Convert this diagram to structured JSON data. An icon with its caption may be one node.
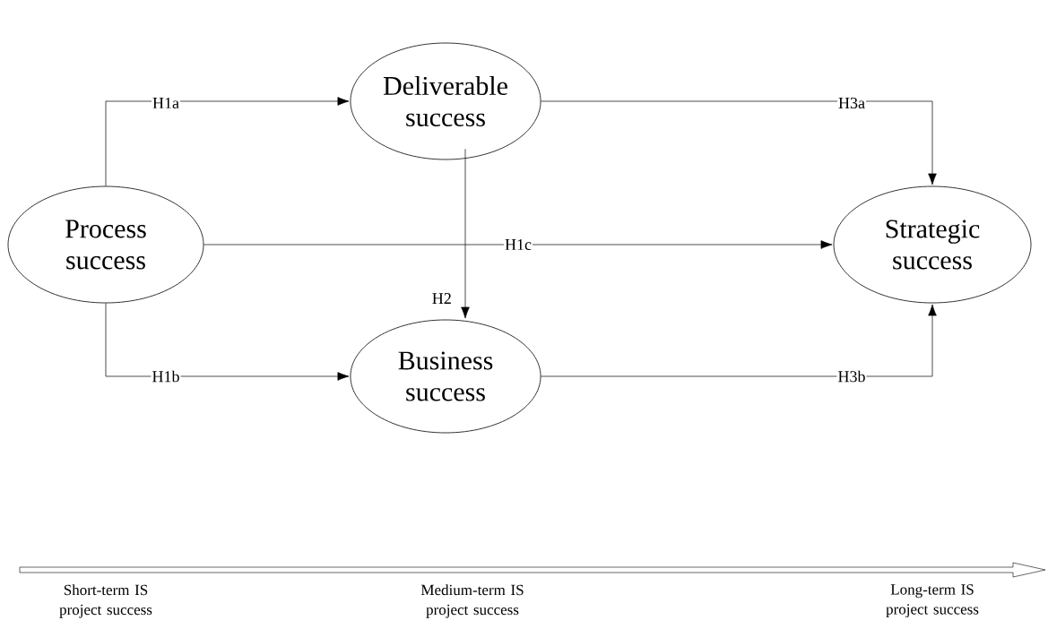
{
  "diagram": {
    "nodes": [
      {
        "text": [
          "Process success"
        ]
      },
      {
        "text": [
          "Deliverable success"
        ]
      },
      {
        "text": [
          "Business success"
        ]
      },
      {
        "text": [
          "Strategic success"
        ]
      }
    ],
    "edges": [
      {
        "from": 0,
        "to": 1,
        "arrow": "to",
        "label": "H1a"
      },
      {
        "from": 0,
        "to": 2,
        "arrow": "to",
        "label": "H1b"
      },
      {
        "from": 0,
        "to": 3,
        "arrow": "to",
        "label": "H1c"
      },
      {
        "from": 1,
        "to": 2,
        "arrow": "to",
        "label": "H2"
      },
      {
        "from": 1,
        "to": 3,
        "arrow": "to",
        "label": "H3a"
      },
      {
        "from": 2,
        "to": 3,
        "arrow": "to",
        "label": "H3b"
      }
    ],
    "labels": [
      "Short-term IS project success",
      "Medium-term IS project success",
      "Long-term IS project success"
    ]
  }
}
